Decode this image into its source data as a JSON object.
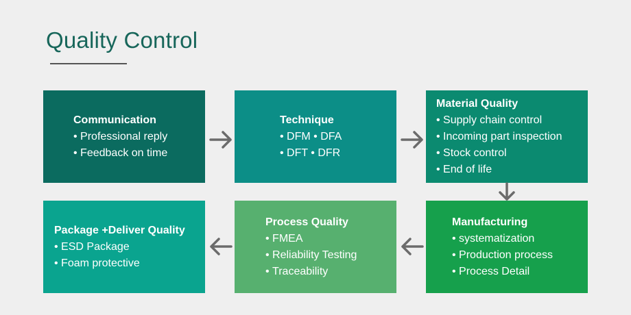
{
  "title": "Quality Control",
  "boxes": {
    "communication": {
      "heading": "Communication",
      "items": [
        "Professional reply",
        "Feedback on time"
      ]
    },
    "technique": {
      "heading": "Technique",
      "items": [
        "DFM •  DFA",
        "DFT •  DFR"
      ]
    },
    "material_quality": {
      "heading": "Material Quality",
      "items": [
        "Supply chain control",
        "Incoming part inspection",
        "Stock control",
        "End of life"
      ]
    },
    "manufacturing": {
      "heading": "Manufacturing",
      "items": [
        "systematization",
        "Production process",
        "Process Detail"
      ]
    },
    "process_quality": {
      "heading": "Process Quality",
      "items": [
        "FMEA",
        "Reliability Testing",
        "Traceability"
      ]
    },
    "package_deliver": {
      "heading": "Package +Deliver Quality",
      "items": [
        "ESD Package",
        "Foam protective"
      ]
    }
  },
  "colors": {
    "title": "#17665a",
    "arrow": "#6b6b6b",
    "communication": "#0b6b5f",
    "technique": "#0c8e87",
    "material_quality": "#0b8a70",
    "package_deliver": "#0aa48f",
    "process_quality": "#57b06f",
    "manufacturing": "#16a04c"
  }
}
